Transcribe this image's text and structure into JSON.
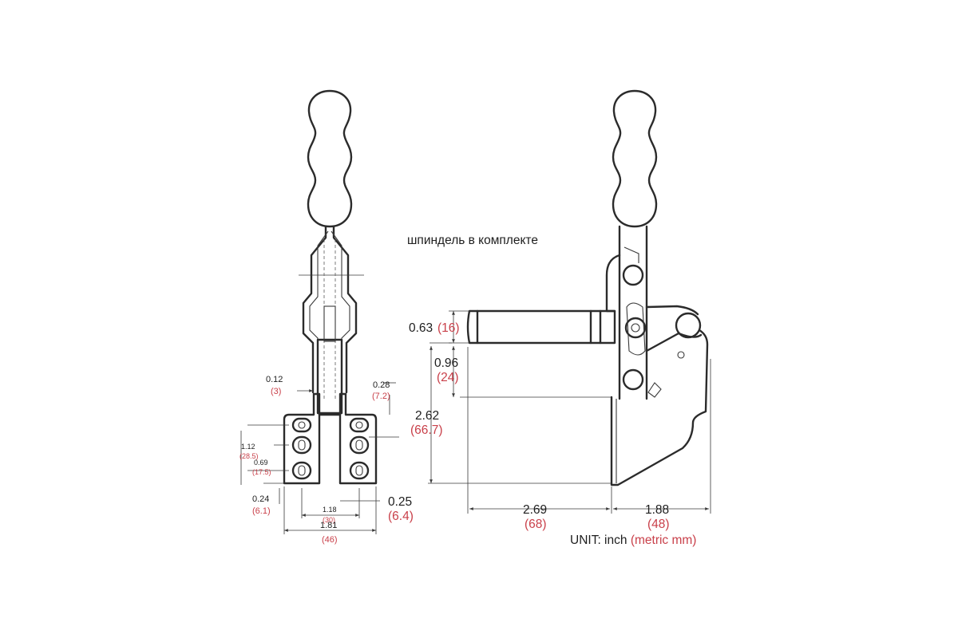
{
  "note": "шпиндель в комплекте",
  "unit": {
    "prefix": "UNIT:  inch ",
    "metric": "(metric mm)"
  },
  "front_view": {
    "dim_a": {
      "inch": "0.12",
      "mm": "(3)"
    },
    "dim_b": {
      "inch": "0.28",
      "mm": "(7.2)"
    },
    "dim_c": {
      "inch": "1.12",
      "mm": "(28.5)"
    },
    "dim_d": {
      "inch": "0.69",
      "mm": "(17.5)"
    },
    "dim_e": {
      "inch": "0.24",
      "mm": "(6.1)"
    },
    "dim_f": {
      "inch": "1.18",
      "mm": "(30)"
    },
    "dim_g": {
      "inch": "0.25",
      "mm": "(6.4)"
    },
    "dim_h": {
      "inch": "1.81",
      "mm": "(46)"
    }
  },
  "side_view": {
    "dim_a": {
      "inch": "0.63",
      "mm": "(16)"
    },
    "dim_b": {
      "inch": "0.96",
      "mm": "(24)"
    },
    "dim_c": {
      "inch": "2.62",
      "mm": "(66.7)"
    },
    "dim_d": {
      "inch": "2.69",
      "mm": "(68)"
    },
    "dim_e": {
      "inch": "1.88",
      "mm": "(48)"
    }
  }
}
